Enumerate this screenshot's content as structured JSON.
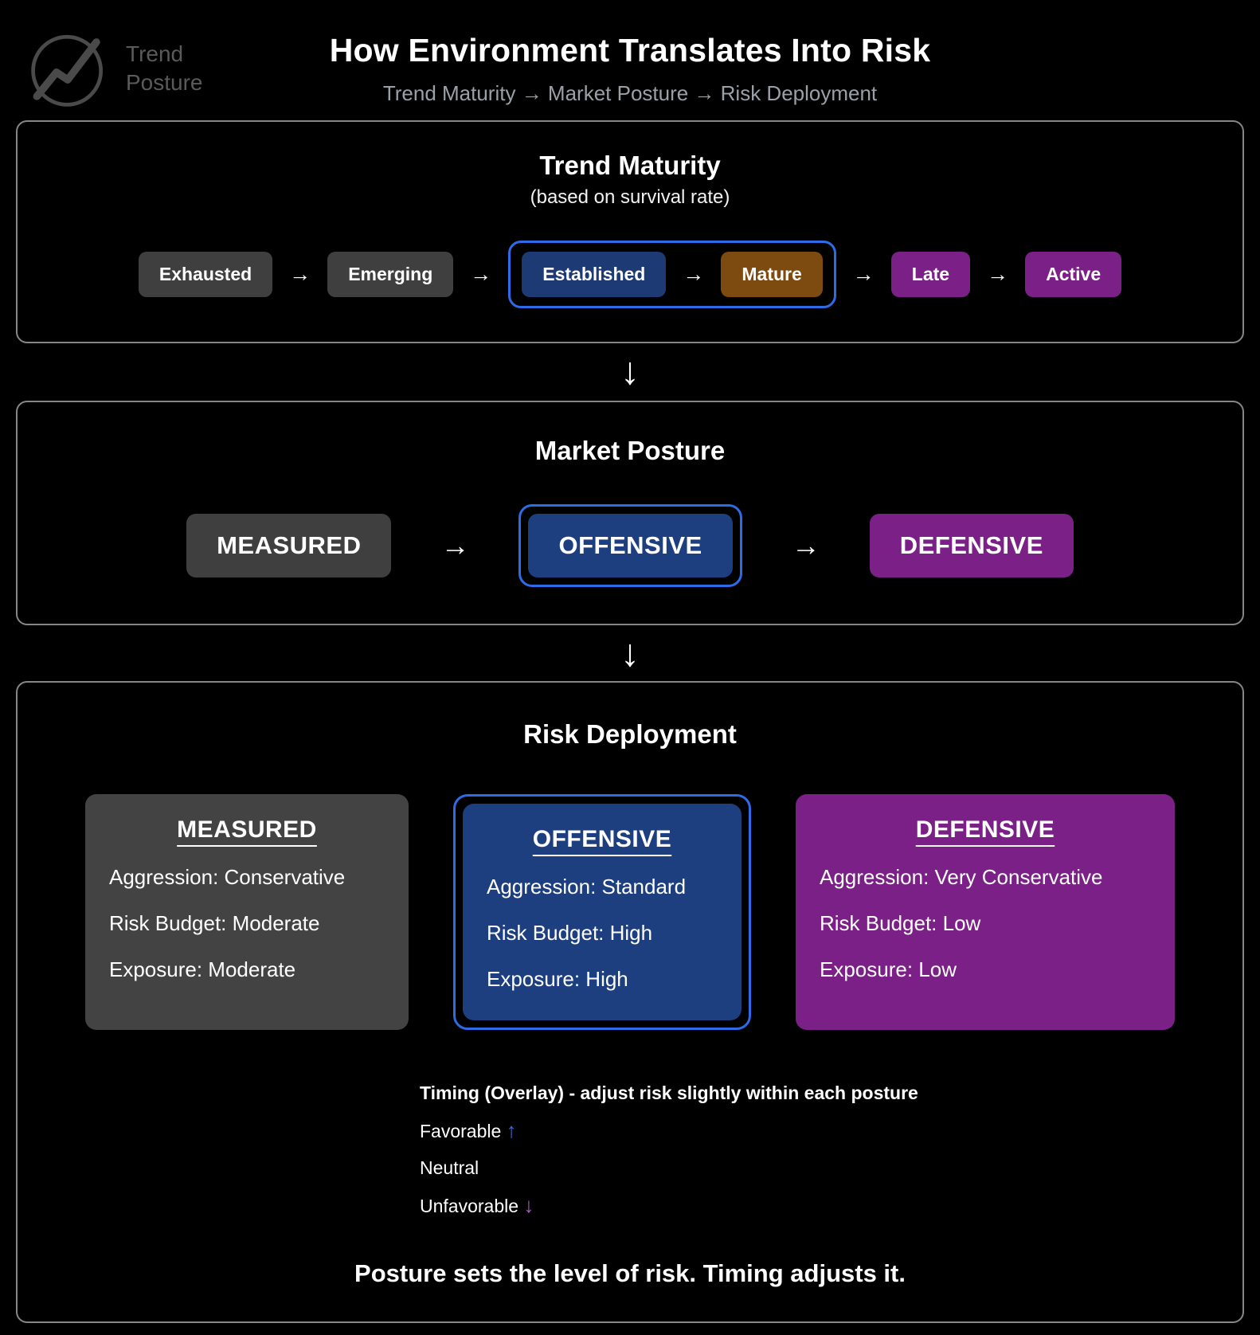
{
  "glyphs": {
    "right_arrow": "→",
    "down_arrow": "↓"
  },
  "header": {
    "logo_line1": "Trend",
    "logo_line2": "Posture",
    "title": "How Environment Translates Into Risk",
    "subtitle": "Trend Maturity → Market Posture → Risk Deployment"
  },
  "trend_maturity": {
    "title": "Trend Maturity",
    "subtitle": "(based on survival rate)",
    "stages": [
      {
        "label": "Exhausted",
        "color": "gray",
        "in_highlight_group": false
      },
      {
        "label": "Emerging",
        "color": "gray",
        "in_highlight_group": false
      },
      {
        "label": "Established",
        "color": "navy",
        "in_highlight_group": true
      },
      {
        "label": "Mature",
        "color": "brown",
        "in_highlight_group": true
      },
      {
        "label": "Late",
        "color": "purple",
        "in_highlight_group": false
      },
      {
        "label": "Active",
        "color": "purple",
        "in_highlight_group": false
      }
    ]
  },
  "market_posture": {
    "title": "Market Posture",
    "postures": [
      {
        "label": "MEASURED",
        "color": "gray",
        "highlighted": false
      },
      {
        "label": "OFFENSIVE",
        "color": "navy",
        "highlighted": true
      },
      {
        "label": "DEFENSIVE",
        "color": "purple",
        "highlighted": false
      }
    ]
  },
  "risk_deployment": {
    "title": "Risk Deployment",
    "cards": [
      {
        "title": "MEASURED",
        "color": "gray",
        "highlighted": false,
        "lines": [
          "Aggression: Conservative",
          "Risk Budget: Moderate",
          "Exposure: Moderate"
        ]
      },
      {
        "title": "OFFENSIVE",
        "color": "navy",
        "highlighted": true,
        "lines": [
          "Aggression: Standard",
          "Risk Budget: High",
          "Exposure: High"
        ]
      },
      {
        "title": "DEFENSIVE",
        "color": "purple",
        "highlighted": false,
        "lines": [
          "Aggression: Very Conservative",
          "Risk Budget: Low",
          "Exposure: Low"
        ]
      }
    ],
    "timing": {
      "title": "Timing (Overlay) - adjust risk slightly within each posture",
      "items": [
        {
          "label": "Favorable",
          "arrow": "↑"
        },
        {
          "label": "Neutral",
          "arrow": ""
        },
        {
          "label": "Unfavorable",
          "arrow": "↓"
        }
      ]
    },
    "footer": "Posture sets the level of risk. Timing adjusts it."
  },
  "colors": {
    "background": "#000000",
    "panel_border": "#868686",
    "highlight_blue": "#2e6be6",
    "navy": "#1d3f80",
    "brown": "#7d4a10",
    "purple": "#7b2086",
    "dark_gray": "#3f3f3f",
    "favorable_arrow": "#3f6ad1",
    "unfavorable_arrow": "#a55bc9"
  }
}
